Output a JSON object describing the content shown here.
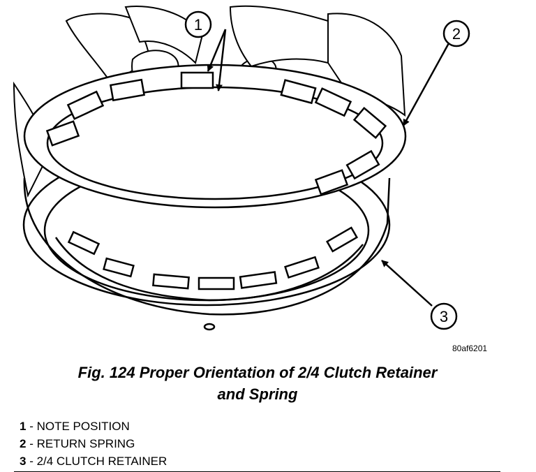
{
  "figure": {
    "image_id": "80af6201",
    "caption_line1": "Fig. 124 Proper Orientation of 2/4 Clutch Retainer",
    "caption_line2": "and Spring"
  },
  "callouts": [
    {
      "number": "1"
    },
    {
      "number": "2"
    },
    {
      "number": "3"
    }
  ],
  "legend": [
    {
      "number": "1",
      "sep": " - ",
      "label": "NOTE POSITION"
    },
    {
      "number": "2",
      "sep": " - ",
      "label": "RETURN SPRING"
    },
    {
      "number": "3",
      "sep": " - ",
      "label": "2/4 CLUTCH RETAINER"
    }
  ]
}
